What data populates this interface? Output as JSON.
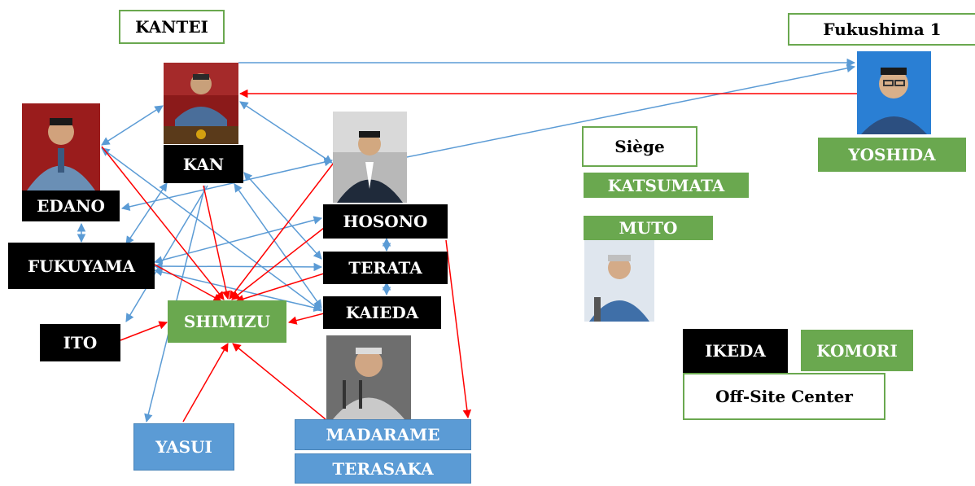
{
  "labels": {
    "kantei": "KANTEI",
    "fukushima1": "Fukushima  1",
    "siege": "Siège",
    "offsite": "Off-Site Center"
  },
  "people": {
    "kan": "KAN",
    "edano": "EDANO",
    "fukuyama": "FUKUYAMA",
    "ito": "ITO",
    "shimizu": "SHIMIZU",
    "hosono": "HOSONO",
    "terata": "TERATA",
    "kaieda": "KAIEDA",
    "madarame": "MADARAME",
    "terasaka": "TERASAKA",
    "yasui": "YASUI",
    "yoshida": "YOSHIDA",
    "katsumata": "KATSUMATA",
    "muto": "MUTO",
    "ikeda": "IKEDA",
    "komori": "KOMORI"
  },
  "colors": {
    "green": "#6aa84f",
    "blue": "#5b9bd5",
    "arrow_blue": "#5b9bd5",
    "arrow_red": "#ff0000",
    "black": "#000000"
  }
}
